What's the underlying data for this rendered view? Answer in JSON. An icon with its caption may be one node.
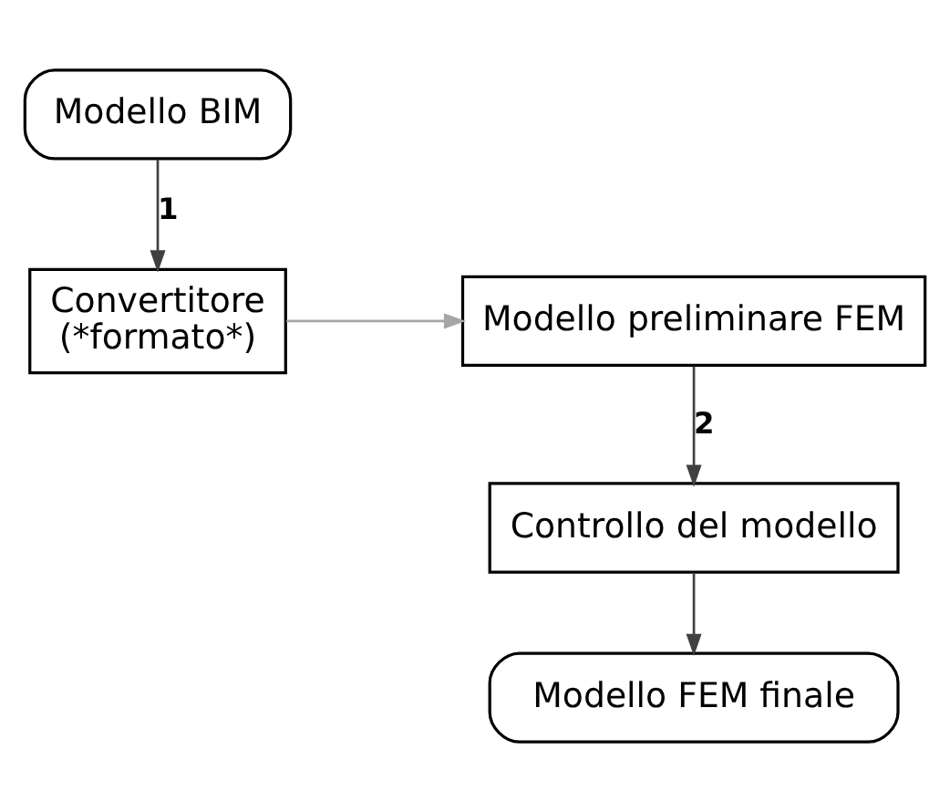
{
  "diagram": {
    "nodes": [
      {
        "text": [
          "Modello BIM"
        ]
      },
      {
        "text": [
          "Convertitore (*formato*)"
        ]
      },
      {
        "text": [
          "Modello preliminare FEM"
        ]
      },
      {
        "text": [
          "Controllo del modello"
        ]
      },
      {
        "text": [
          "Modello FEM finale"
        ]
      }
    ],
    "edges": [
      {
        "from": 0,
        "to": 1,
        "arrow": "to",
        "label": "1"
      },
      {
        "from": 1,
        "to": 2,
        "arrow": "to",
        "color": "#a6a6a6"
      },
      {
        "from": 2,
        "to": 3,
        "arrow": "to",
        "label": "2"
      },
      {
        "from": 3,
        "to": 4,
        "arrow": "to"
      }
    ]
  }
}
